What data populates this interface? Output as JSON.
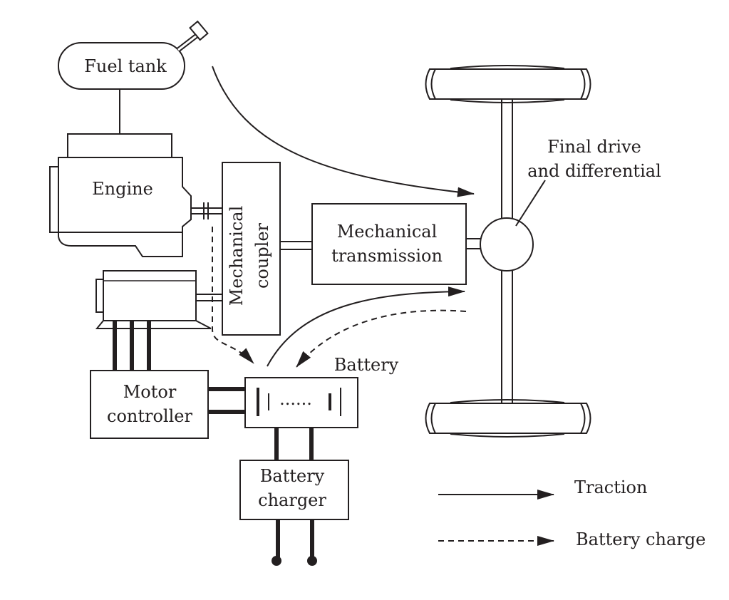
{
  "labels": {
    "fuel_tank": "Fuel tank",
    "engine": "Engine",
    "coupler_line1": "Mechanical",
    "coupler_line2": "coupler",
    "transmission_line1": "Mechanical",
    "transmission_line2": "transmission",
    "final_drive_line1": "Final drive",
    "final_drive_line2": "and differential",
    "battery": "Battery",
    "battery_dots": "......",
    "motor_controller_line1": "Motor",
    "motor_controller_line2": "controller",
    "charger_line1": "Battery",
    "charger_line2": "charger"
  },
  "legend": {
    "traction": "Traction",
    "battery_charge": "Battery charge"
  },
  "colors": {
    "ink": "#231f20",
    "background": "#ffffff"
  }
}
